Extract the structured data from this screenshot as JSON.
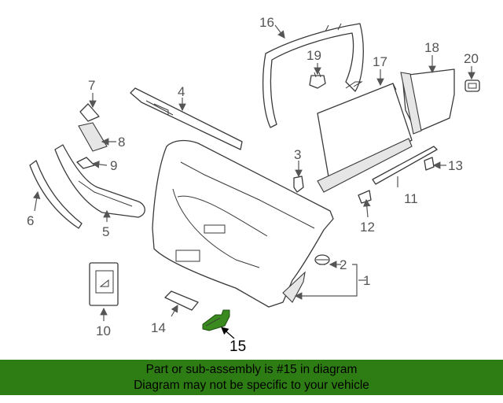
{
  "callouts": {
    "c1": "1",
    "c2": "2",
    "c3": "3",
    "c4": "4",
    "c5": "5",
    "c6": "6",
    "c7": "7",
    "c8": "8",
    "c9": "9",
    "c10": "10",
    "c11": "11",
    "c12": "12",
    "c13": "13",
    "c14": "14",
    "c15": "15",
    "c16": "16",
    "c17": "17",
    "c18": "18",
    "c19": "19",
    "c20": "20"
  },
  "highlight_color": "#2e7d14",
  "banner": {
    "line1": "Part or sub-assembly is #15 in diagram",
    "line2": "Diagram may not be specific to your vehicle"
  }
}
